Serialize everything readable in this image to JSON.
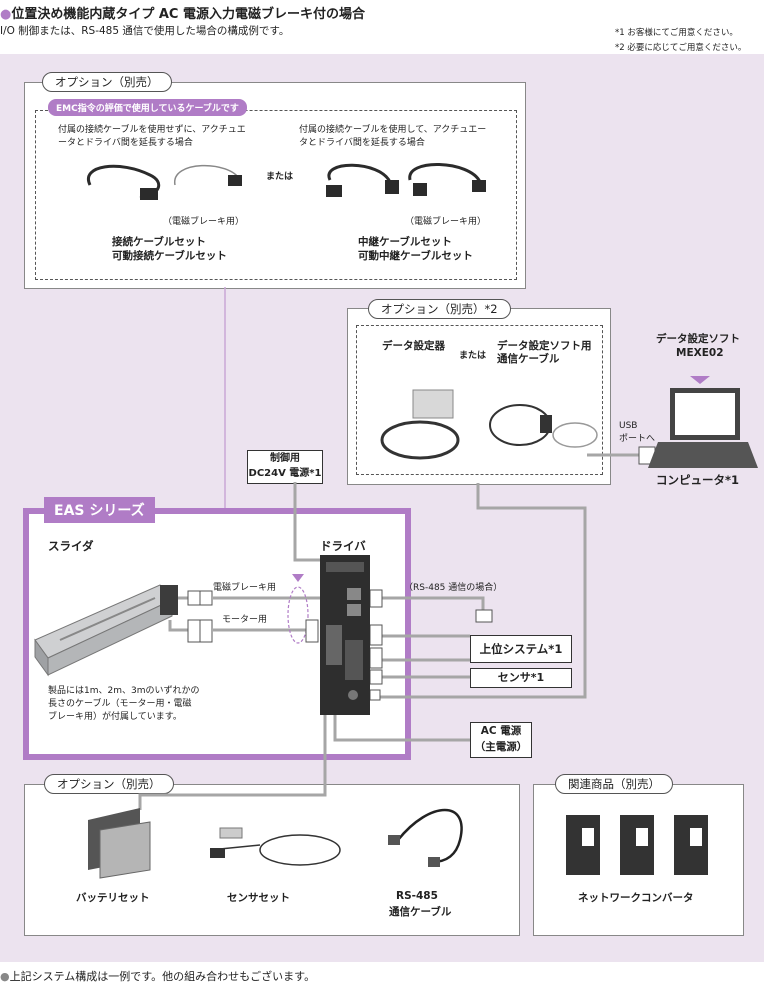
{
  "header": {
    "title": "位置決め機能内蔵タイプ AC 電源入力電磁ブレーキ付の場合",
    "subtitle": "I/O 制御または、RS-485 通信で使用した場合の構成例です。",
    "note1": "*1 お客様にてご用意ください。",
    "note2": "*2 必要に応じてご用意ください。"
  },
  "option_top": {
    "pill": "オプション（別売）",
    "emc": "EMC指令の評価で使用しているケーブルです",
    "left_desc_1": "付属の接続ケーブルを使用せずに、アクチュエ",
    "left_desc_2": "ータとドライバ間を延長する場合",
    "right_desc_1": "付属の接続ケーブルを使用して、アクチュエー",
    "right_desc_2": "タとドライバ間を延長する場合",
    "or": "または",
    "brake_left": "（電磁ブレーキ用）",
    "brake_right": "（電磁ブレーキ用）",
    "left_name_1": "接続ケーブルセット",
    "left_name_2": "可動接続ケーブルセット",
    "right_name_1": "中継ケーブルセット",
    "right_name_2": "可動中継ケーブルセット"
  },
  "option_mid": {
    "pill": "オプション（別売）*2",
    "data_setter": "データ設定器",
    "or": "または",
    "software_cable_1": "データ設定ソフト用",
    "software_cable_2": "通信ケーブル"
  },
  "software": {
    "label": "データ設定ソフト",
    "name": "MEXE02"
  },
  "usb": {
    "line1": "USB",
    "line2": "ポートへ"
  },
  "computer": "コンピュータ*1",
  "power24": {
    "line1": "制御用",
    "line2": "DC24V 電源*1"
  },
  "eas": {
    "tab": "EAS シリーズ",
    "slider": "スライダ",
    "driver": "ドライバ",
    "brake_cable": "電磁ブレーキ用",
    "motor_cable": "モーター用",
    "desc_1": "製品には1m、2m、3mのいずれかの",
    "desc_2": "長さのケーブル（モーター用・電磁",
    "desc_3": "ブレーキ用）が付属しています。"
  },
  "rs485_case": "（RS-485 通信の場合）",
  "host": "上位システム*1",
  "sensor": "センサ*1",
  "ac_power": {
    "line1": "AC 電源",
    "line2": "（主電源）"
  },
  "option_bottom": {
    "pill": "オプション（別売）",
    "battery": "バッテリセット",
    "sensor_set": "センサセット",
    "rs485_1": "RS-485",
    "rs485_2": "通信ケーブル"
  },
  "related": {
    "pill": "関連商品（別売）",
    "converter": "ネットワークコンバータ"
  },
  "footer": "上記システム構成は一例です。他の組み合わせもございます。",
  "colors": {
    "accent": "#b07cc6",
    "background": "#ece3ef",
    "wire": "#a6a6a6"
  }
}
